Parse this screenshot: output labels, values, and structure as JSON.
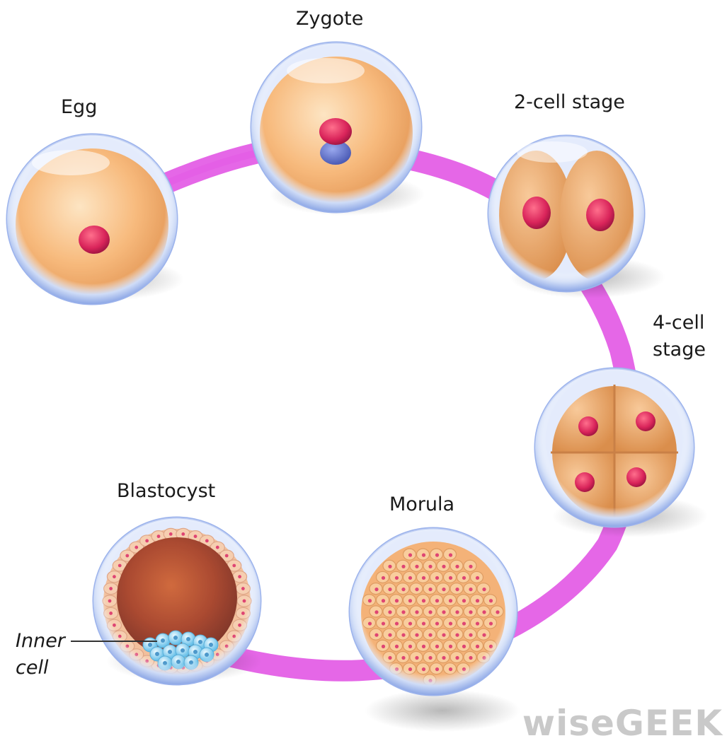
{
  "labels": {
    "egg": "Egg",
    "zygote": "Zygote",
    "two_cell": "2-cell stage",
    "four_cell_line1": "4-cell",
    "four_cell_line2": "stage",
    "morula": "Morula",
    "blastocyst": "Blastocyst",
    "inner_cell_line1": "Inner",
    "inner_cell_line2": "cell"
  },
  "watermark": "wiseGEEK",
  "colors": {
    "connector": "#e45fe6",
    "cytoplasm": "#f5a55a",
    "nucleus": "#d9245a",
    "zona_pellucida": "#b9cdf2",
    "blastocoel": "#8a1d08",
    "inner_cell_mass": "#5ec3ee"
  }
}
